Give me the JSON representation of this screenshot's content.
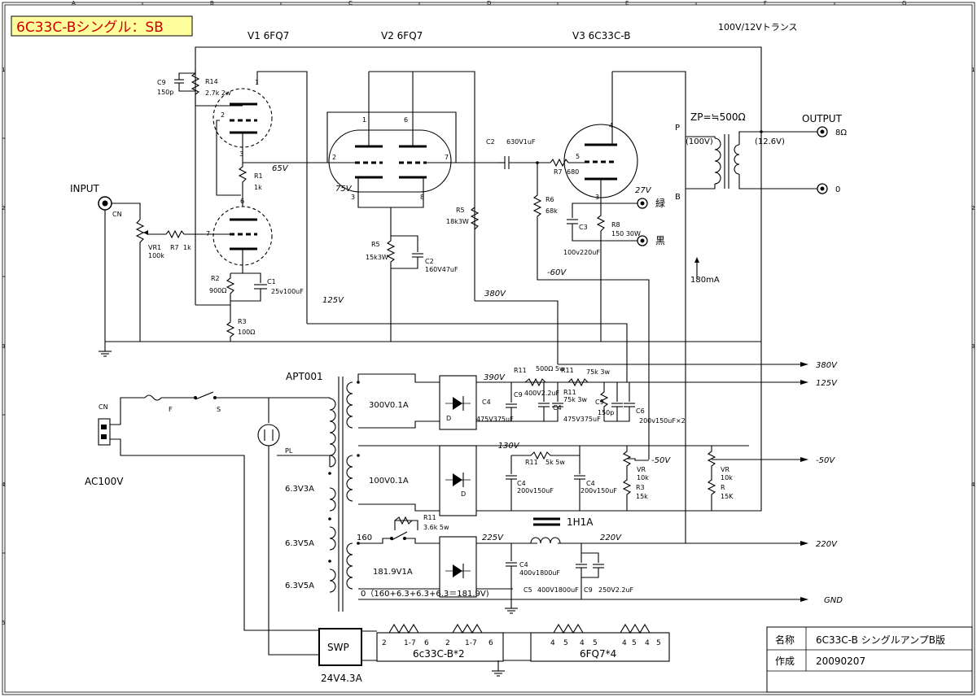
{
  "title_badge": "6C33C-Bシングル：SB",
  "border": {
    "cols": [
      "A",
      "B",
      "C",
      "D",
      "E",
      "F",
      "G"
    ],
    "rows": [
      "1",
      "2",
      "3",
      "4",
      "5"
    ]
  },
  "tubes": {
    "v1": "V1 6FQ7",
    "v2": "V2 6FQ7",
    "v3": "V3 6C33C-B"
  },
  "output_transformer": {
    "type": "100V/12Vトランス",
    "impedance": "ZP=≒500Ω",
    "primary": "(100V)",
    "secondary": "(12.6V)",
    "p": "P",
    "b": "B",
    "output": "OUTPUT",
    "tap_8": "8Ω",
    "tap_0": "0",
    "current": "180mA"
  },
  "input": {
    "label": "INPUT",
    "cn": "CN",
    "vr1": "VR1",
    "vr1_val": "100k",
    "r7": "R7",
    "r7_val": "1k"
  },
  "components": {
    "c9": "C9",
    "c9_val": "150p",
    "r14": "R14",
    "r14_val": "2.7k 2w",
    "r1": "R1",
    "r1_val": "1k",
    "r2": "R2",
    "r2_val": "900Ω",
    "c1": "C1",
    "c1_val": "25v100uF",
    "r3": "R3",
    "r3_val": "100Ω",
    "r5a": "R5",
    "r5a_val": "15k3W",
    "c2a": "C2",
    "c2a_val": "160V47uF",
    "r5b": "R5",
    "r5b_val": "18k3W",
    "c2": "C2",
    "c2_val": "630V1uF",
    "r7b": "R7",
    "r7b_val": "680",
    "r6": "R6",
    "r6_val": "68k",
    "c3": "C3",
    "c3_val": "100v220uF",
    "r8": "R8",
    "r8_val": "150  30W"
  },
  "voltages": {
    "v65": "65V",
    "v75": "75V",
    "v125": "125V",
    "v380": "380V",
    "vm60": "-60V",
    "v27": "27V",
    "green": "緑",
    "black": "黒"
  },
  "power": {
    "transformer": "APT001",
    "sec_300": "300V0.1A",
    "sec_100": "100V0.1A",
    "h1": "6.3V3A",
    "h2": "6.3V5A",
    "h3": "6.3V5A",
    "tap_160": "160",
    "sec_181": "181.9V1A",
    "tap_0": "0（160+6.3+6.3+6.3＝181.9V)",
    "d": "D",
    "r11_1": "R11",
    "r11_1_val": "500Ω 5w",
    "r11_2": "R11",
    "r11_2_val": "75k 3w",
    "r11_3": "R11",
    "r11_3_val": "75k 3w",
    "c9a": "C9",
    "c9a_val": "400V2.2uF",
    "c4a": "C4",
    "c4a_val": "475V375uF",
    "c4b": "C4",
    "c4b_val": "475V375uF",
    "c9b": "C9",
    "c9b_val": "150p",
    "c6": "C6",
    "c6_val": "200v150uF×2",
    "v390": "390V",
    "vm130": "-130V",
    "r11_4": "R11",
    "r11_4_val": "5k 5w",
    "c4c": "C4",
    "c4c_val": "200v150uF",
    "c4d": "C4",
    "c4d_val": "200v150uF",
    "vr_a": "VR",
    "vr_a_val": "10k",
    "r3b": "R3",
    "r3b_val": "15k",
    "vr_b": "VR",
    "vr_b_val": "10k",
    "r_b": "R",
    "r_b_val": "15K",
    "vm50": "-50V",
    "r11_5": "R11",
    "r11_5_val": "3.6k 5w",
    "choke": "1H1A",
    "v225": "225V",
    "v220": "220V",
    "c4e": "C4",
    "c4e_val": "400v1800uF",
    "c5": "C5",
    "c5_val": "400V1800uF",
    "c9c": "C9",
    "c9c_val": "250V2.2uF"
  },
  "rails": {
    "r380": "380V",
    "r125": "125V",
    "rm50": "-50V",
    "r220": "220V",
    "gnd": "GND"
  },
  "mains": {
    "cn": "CN",
    "f": "F",
    "s": "S",
    "pl": "PL",
    "ac": "AC100V",
    "swp": "SWP",
    "swp_rating": "24V4.3A"
  },
  "heaters": {
    "group1_label": "6c33C-B*2",
    "group1_pins": [
      "2",
      "1-7",
      "6",
      "2",
      "1-7",
      "6"
    ],
    "group2_label": "6FQ7*4",
    "group2_pins": [
      "4",
      "5",
      "4",
      "5",
      "4",
      "5",
      "4",
      "5"
    ]
  },
  "title_block": {
    "name_label": "名称",
    "name_value": "6C33C-B  シングルアンプB版",
    "date_label": "作成",
    "date_value": "20090207"
  }
}
